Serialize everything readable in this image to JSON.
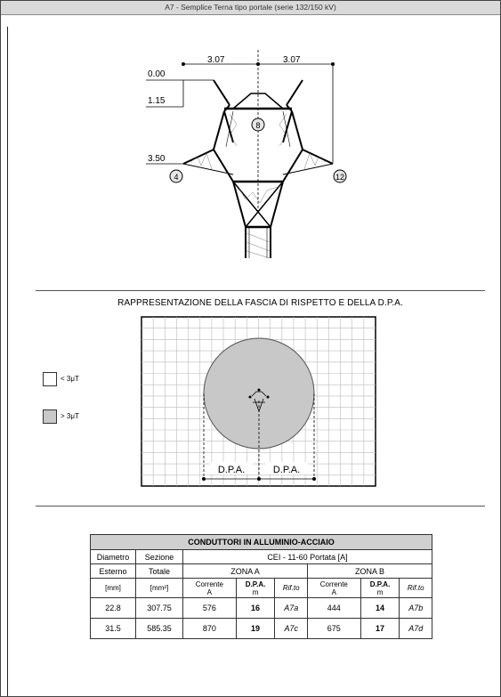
{
  "title": "A7 - Semplice Terna tipo portale (serie 132/150 kV)",
  "tower": {
    "dim_left": "3.07",
    "dim_right": "3.07",
    "level_0": "0.00",
    "level_1": "1.15",
    "level_2": "3.50",
    "phase_left": "4",
    "phase_mid": "8",
    "phase_right": "12"
  },
  "caption": "RAPPRESENTAZIONE DELLA FASCIA DI RISPETTO E DELLA D.P.A.",
  "legend": {
    "low_label": "< 3μT",
    "high_label": "> 3μT",
    "low_color": "#ffffff",
    "high_color": "#c8c8c8"
  },
  "dpa": {
    "left_label": "D.P.A.",
    "right_label": "D.P.A."
  },
  "table": {
    "title": "CONDUTTORI IN ALLUMINIO-ACCIAIO",
    "h_diam1": "Diametro",
    "h_diam2": "Esterno",
    "h_diam3": "[mm]",
    "h_sez1": "Sezione",
    "h_sez2": "Totale",
    "h_sez3": "[mm²]",
    "h_cei": "CEI - 11-60  Portata [A]",
    "zona_a": "ZONA A",
    "zona_b": "ZONA B",
    "h_corr1": "Corrente",
    "h_corr2": "A",
    "h_dpa1": "D.P.A.",
    "h_dpa2": "m",
    "h_rif": "Rif.to",
    "rows": [
      {
        "diam": "22.8",
        "sez": "307.75",
        "corr_a": "576",
        "dpa_a": "16",
        "rif_a": "A7a",
        "corr_b": "444",
        "dpa_b": "14",
        "rif_b": "A7b"
      },
      {
        "diam": "31.5",
        "sez": "585.35",
        "corr_a": "870",
        "dpa_a": "19",
        "rif_a": "A7c",
        "corr_b": "675",
        "dpa_b": "17",
        "rif_b": "A7d"
      }
    ]
  }
}
